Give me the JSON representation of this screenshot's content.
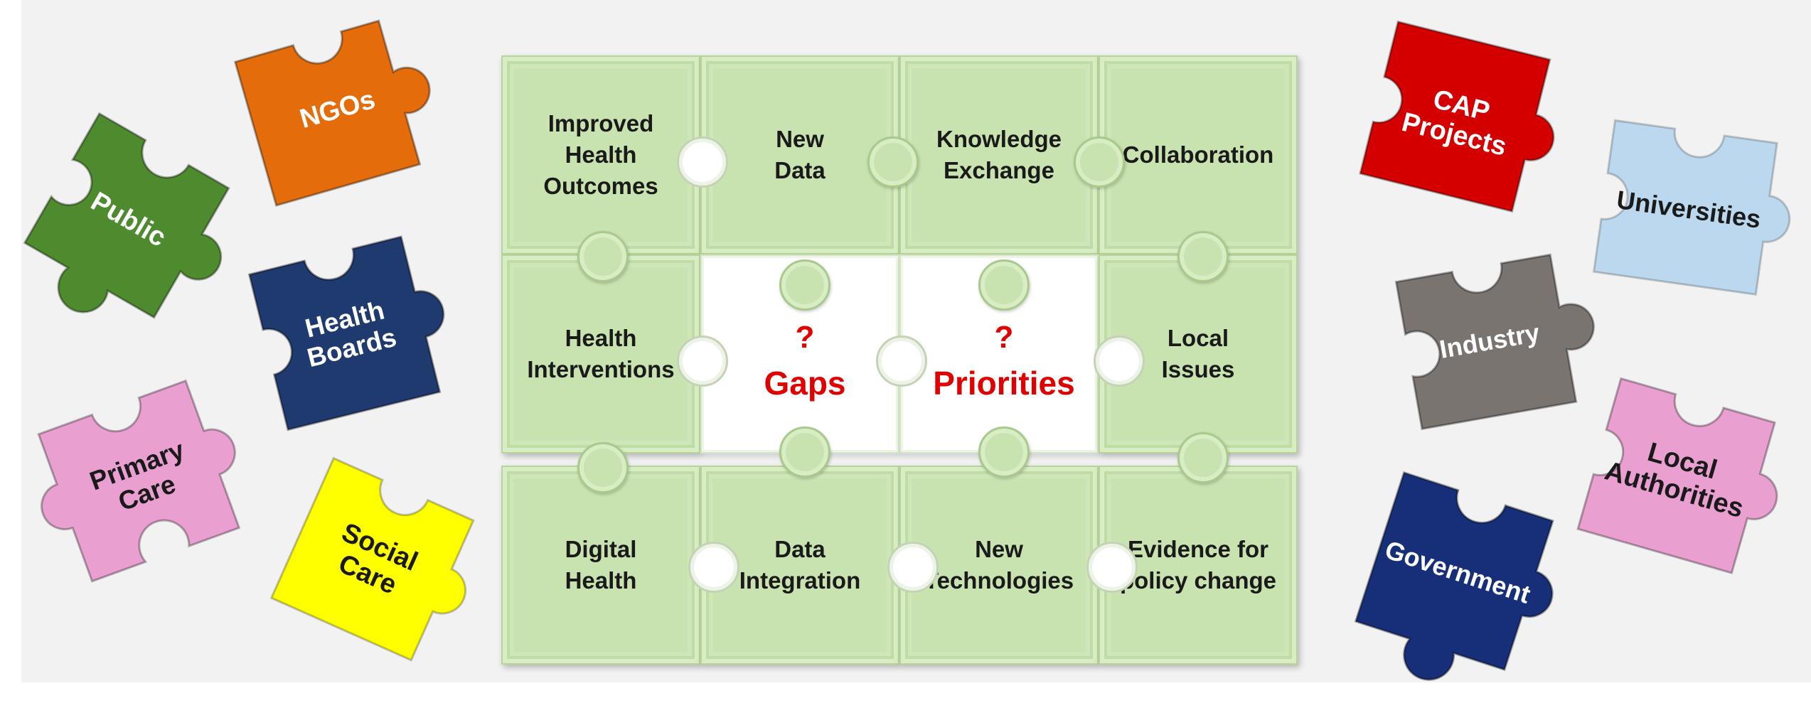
{
  "grid": {
    "tiles": [
      {
        "label": "Improved\nHealth\nOutcomes",
        "filled": true
      },
      {
        "label": "New\nData",
        "filled": true
      },
      {
        "label": "Knowledge\nExchange",
        "filled": true
      },
      {
        "label": "Collaboration",
        "filled": true
      },
      {
        "label": "Health\nInterventions",
        "filled": true
      },
      {
        "label": "",
        "filled": false
      },
      {
        "label": "",
        "filled": false
      },
      {
        "label": "Local\nIssues",
        "filled": true
      },
      {
        "label": "Digital\nHealth",
        "filled": true
      },
      {
        "label": "Data\nIntegration",
        "filled": true
      },
      {
        "label": "New\nTechnologies",
        "filled": true
      },
      {
        "label": "Evidence for\npolicy change",
        "filled": true
      }
    ],
    "gaps": {
      "mark": "?",
      "label": "Gaps",
      "color": "#e00000"
    },
    "priorities": {
      "mark": "?",
      "label": "Priorities",
      "color": "#e00000"
    },
    "tile_color": "#c9e3b0"
  },
  "left_pieces": [
    {
      "label": "NGOs",
      "color": "#e46c0a"
    },
    {
      "label": "Public",
      "color": "#4e8a2e"
    },
    {
      "label": "Health\nBoards",
      "color": "#1f3a6e"
    },
    {
      "label": "Primary\nCare",
      "color": "#e9a0d0"
    },
    {
      "label": "Social\nCare",
      "color": "#ffff00"
    }
  ],
  "right_pieces": [
    {
      "label": "CAP\nProjects",
      "color": "#d40000"
    },
    {
      "label": "Universities",
      "color": "#bcd8ef"
    },
    {
      "label": "Industry",
      "color": "#7a7470"
    },
    {
      "label": "Local\nAuthorities",
      "color": "#e9a0d0"
    },
    {
      "label": "Government",
      "color": "#172f78"
    }
  ]
}
